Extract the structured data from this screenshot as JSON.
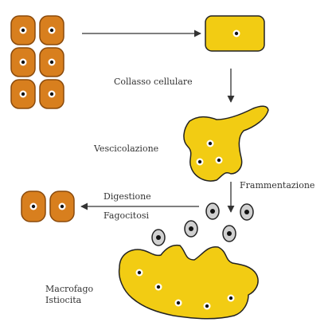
{
  "labels": {
    "collapse": "Collasso cellulare",
    "vesicle": "Vescicolazione",
    "fragment": "Frammentazione",
    "digest_line1": "Digestione",
    "digest_line2": "Fagocitosi",
    "macro_line1": "Macrofago",
    "macro_line2": "Istiocita"
  },
  "colors": {
    "healthy_cell_fill": "#d87f1e",
    "healthy_cell_stroke": "#8a4a0c",
    "apoptotic_fill": "#f2cc13",
    "apoptotic_stroke": "#222222",
    "nucleus_fill": "#111111",
    "arrow": "#333333"
  },
  "icons": {
    "arrow": "arrow-right",
    "healthy_cell": "rounded-square-cell",
    "apoptotic_body": "oval-vesicle"
  }
}
